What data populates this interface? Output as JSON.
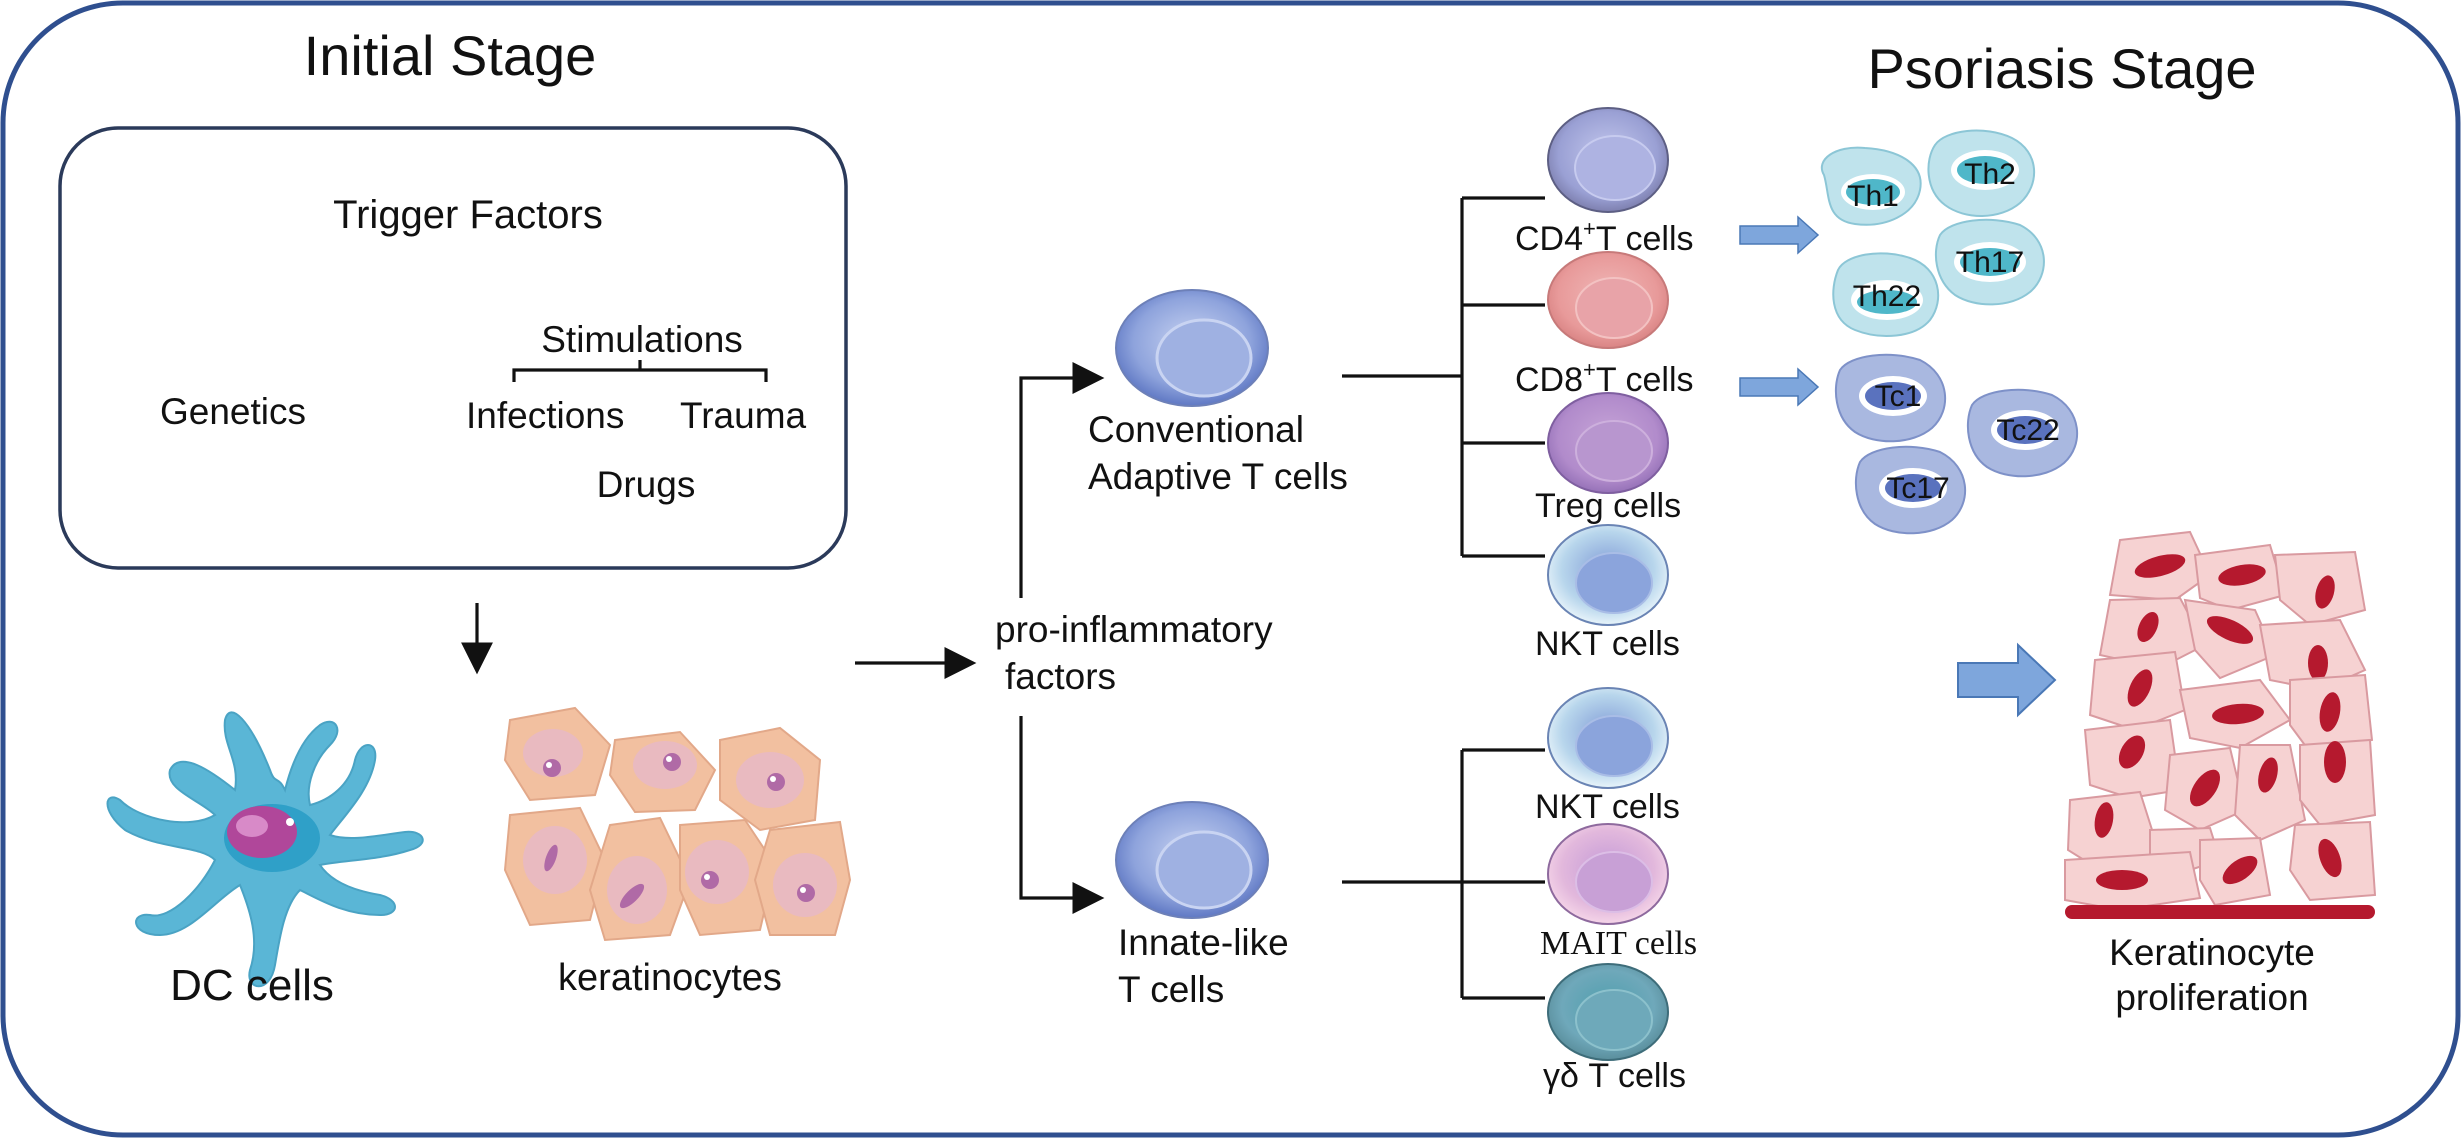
{
  "titles": {
    "initial": "Initial Stage",
    "psoriasis": "Psoriasis Stage"
  },
  "trigger": {
    "title": "Trigger Factors",
    "genetics": "Genetics",
    "stimulations": "Stimulations",
    "infections": "Infections",
    "trauma": "Trauma",
    "drugs": "Drugs"
  },
  "cells": {
    "dc": "DC cells",
    "keratinocytes": "keratinocytes",
    "proinflammatory_line1": "pro-inflammatory",
    "proinflammatory_line2": "factors",
    "conventional_line1": "Conventional",
    "conventional_line2": "Adaptive  T cells",
    "innate_line1": "Innate-like",
    "innate_line2": "T cells",
    "cd4": "CD4",
    "cd4_sup": "+",
    "cd4_rest": "T cells",
    "cd8": "CD8",
    "cd8_sup": "+",
    "cd8_rest": "T cells",
    "treg": "Treg cells",
    "nkt_adaptive": "NKT cells",
    "nkt_innate": "NKT cells",
    "mait": "MAIT cells",
    "gd": "γδ T cells",
    "th1": "Th1",
    "th2": "Th2",
    "th22": "Th22",
    "th17": "Th17",
    "tc1": "Tc1",
    "tc22": "Tc22",
    "tc17": "Tc17",
    "keratinocyte_prolif_line1": "Keratinocyte",
    "keratinocyte_prolif_line2": "proliferation"
  },
  "colors": {
    "frame": "#2f4f8f",
    "th_cells": "#bfe3ec",
    "tc_cells": "#a9b8e0",
    "arrow_blue": "#7ea6dc",
    "skin_nucleus": "#b5192e"
  }
}
